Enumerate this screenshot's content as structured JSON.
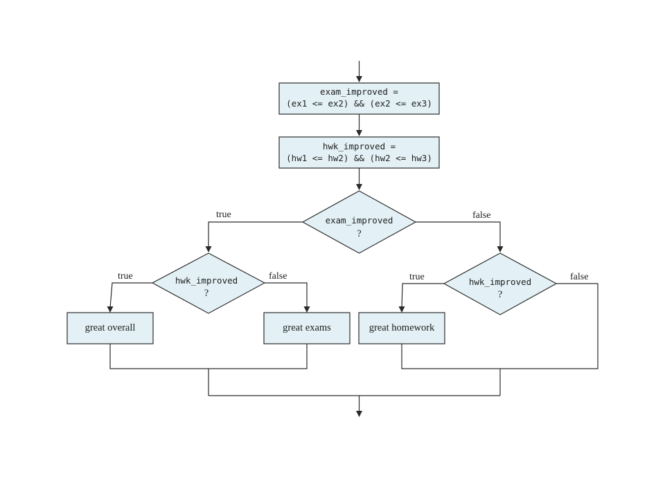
{
  "assign_exam": {
    "line1": "exam_improved =",
    "line2": "(ex1 <= ex2) && (ex2 <= ex3)"
  },
  "assign_hwk": {
    "line1": "hwk_improved =",
    "line2": "(hw1 <= hw2) && (hw2 <= hw3)"
  },
  "decision_exam": {
    "label": "exam_improved",
    "question": "?",
    "true_label": "true",
    "false_label": "false"
  },
  "decision_hwk_left": {
    "label": "hwk_improved",
    "question": "?",
    "true_label": "true",
    "false_label": "false"
  },
  "decision_hwk_right": {
    "label": "hwk_improved",
    "question": "?",
    "true_label": "true",
    "false_label": "false"
  },
  "outcomes": {
    "great_overall": "great overall",
    "great_exams": "great exams",
    "great_homework": "great homework"
  },
  "colors": {
    "node_fill": "#e3f1f6",
    "stroke": "#2a2a2a"
  }
}
